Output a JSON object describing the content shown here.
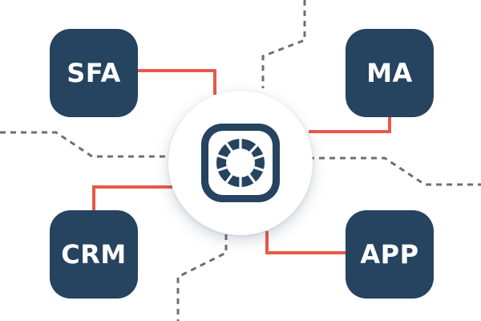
{
  "nodes": {
    "sfa": {
      "label": "SFA"
    },
    "ma": {
      "label": "MA"
    },
    "crm": {
      "label": "CRM"
    },
    "app": {
      "label": "APP"
    }
  },
  "hub": {
    "icon": "ring-logo-icon"
  },
  "colors": {
    "node_fill": "#26435f",
    "node_text": "#ffffff",
    "connector": "#e8594a",
    "dashed_line": "#6f6f6f",
    "hub_fill": "#ffffff"
  }
}
